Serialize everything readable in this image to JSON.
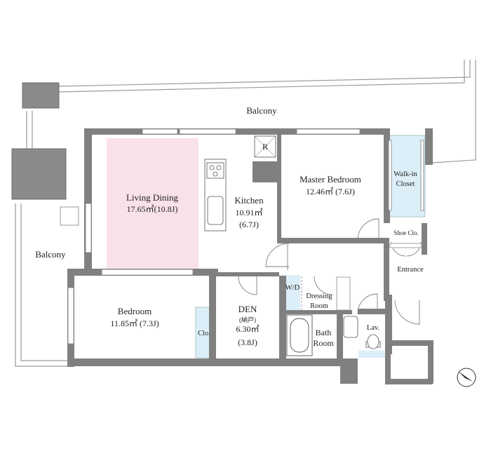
{
  "rooms": {
    "balcony_top": "Balcony",
    "balcony_left": "Balcony",
    "living": {
      "name": "Living Dining",
      "area": "17.65㎡(10.8J)"
    },
    "kitchen": {
      "name": "Kitchen",
      "area": "10.91㎡",
      "size": "(6.7J)"
    },
    "master": {
      "name": "Master Bedroom",
      "area": "12.46㎡ (7.6J)"
    },
    "walkin": {
      "line1": "Walk-in",
      "line2": "Closet"
    },
    "shoe": "Shoe Clo.",
    "entrance": "Entrance",
    "bedroom": {
      "name": "Bedroom",
      "area": "11.85㎡ (7.3J)"
    },
    "clo": "Clo.",
    "den": {
      "name": "DEN",
      "note": "(納戸)",
      "area": "6.30㎡",
      "size": "(3.8J)"
    },
    "wd": "W/D",
    "dressing": {
      "line1": "Dressing",
      "line2": "Room"
    },
    "bath": {
      "line1": "Bath",
      "line2": "Room"
    },
    "lav": "Lav.",
    "fridge": "R"
  },
  "colors": {
    "wall": "#808080",
    "living_fill": "#f9e1ea",
    "wet_fill": "#dceef7"
  },
  "icons": [
    "compass-north-icon",
    "refrigerator-icon",
    "stove-icon",
    "sink-icon",
    "bathtub-icon",
    "toilet-icon",
    "washbasin-icon"
  ]
}
